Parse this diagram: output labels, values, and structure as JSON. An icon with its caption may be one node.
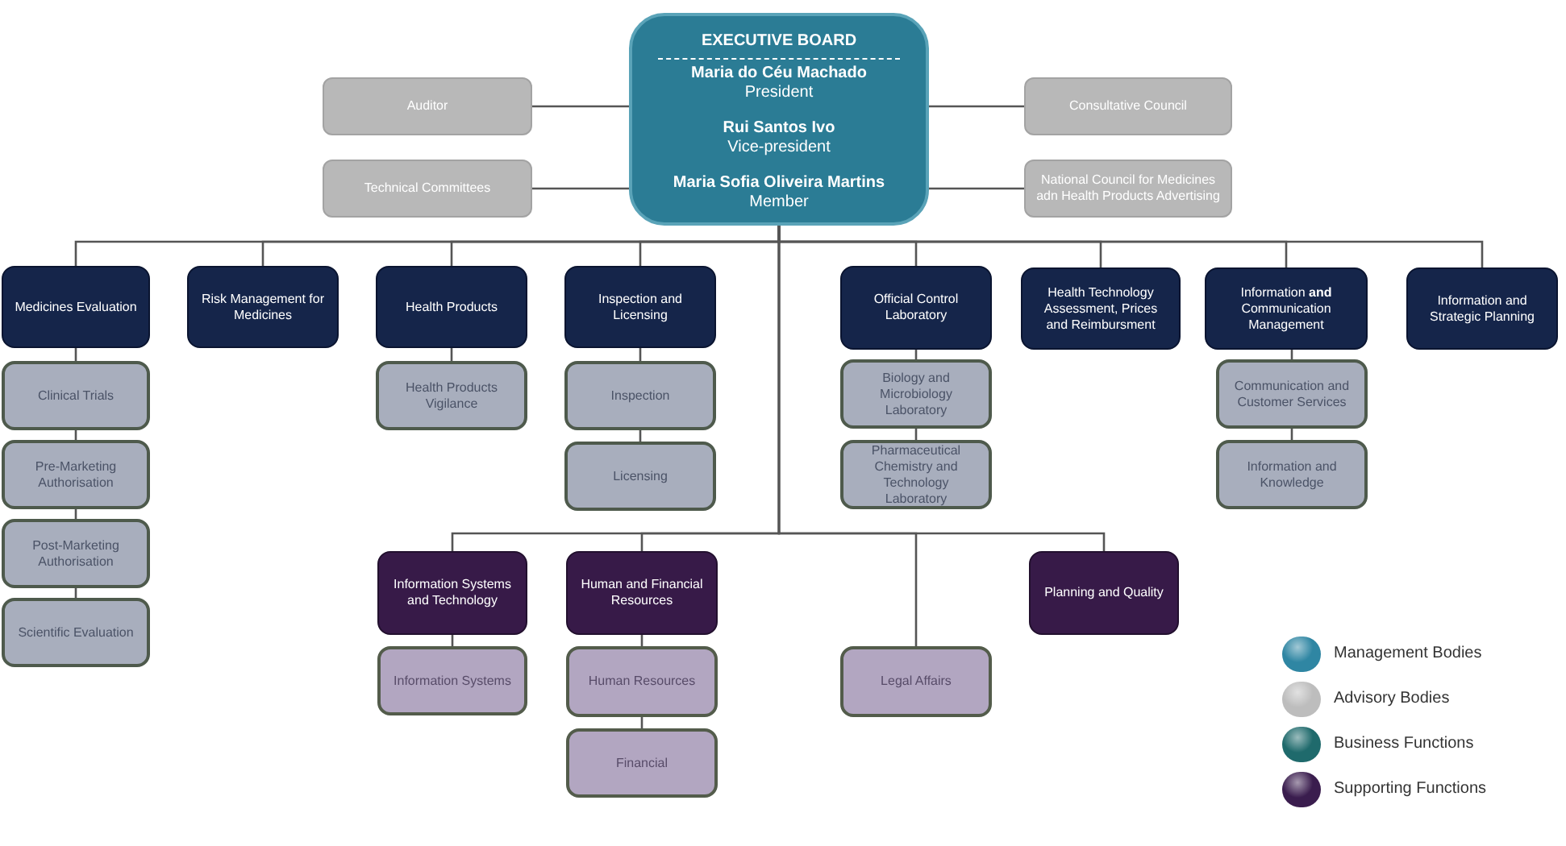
{
  "diagram": {
    "nodes": [
      {
        "text": [
          "EXECUTIVE BOARD",
          "Maria do Céu Machado",
          "President",
          "Rui Santos Ivo",
          "Vice-president",
          "Maria Sofia Oliveira Martins",
          "Member"
        ]
      },
      {
        "text": [
          "Auditor"
        ]
      },
      {
        "text": [
          "Technical Committees"
        ]
      },
      {
        "text": [
          "Consultative Council"
        ]
      },
      {
        "text": [
          "National Council for Medicines adn Health Products Advertising"
        ]
      },
      {
        "text": [
          "Medicines Evaluation"
        ]
      },
      {
        "text": [
          "Clinical Trials"
        ]
      },
      {
        "text": [
          "Pre-Marketing Authorisation"
        ]
      },
      {
        "text": [
          "Post-Marketing Authorisation"
        ]
      },
      {
        "text": [
          "Scientific Evaluation"
        ]
      },
      {
        "text": [
          "Risk Management for Medicines"
        ]
      },
      {
        "text": [
          "Health Products"
        ]
      },
      {
        "text": [
          "Health Products Vigilance"
        ]
      },
      {
        "text": [
          "Inspection and Licensing"
        ]
      },
      {
        "text": [
          "Inspection"
        ]
      },
      {
        "text": [
          "Licensing"
        ]
      },
      {
        "text": [
          "Official Control Laboratory"
        ]
      },
      {
        "text": [
          "Biology and Microbiology Laboratory"
        ]
      },
      {
        "text": [
          "Pharmaceutical Chemistry and Technology Laboratory"
        ]
      },
      {
        "text": [
          "Health Technology Assessment, Prices and Reimbursment"
        ]
      },
      {
        "text": [
          "Information **and** Communication Management"
        ]
      },
      {
        "text": [
          "Communication and Customer Services"
        ]
      },
      {
        "text": [
          "Information and Knowledge"
        ]
      },
      {
        "text": [
          "Information and Strategic Planning"
        ]
      },
      {
        "text": [
          "Information Systems and Technology"
        ]
      },
      {
        "text": [
          "Information Systems"
        ]
      },
      {
        "text": [
          "Human and Financial Resources"
        ]
      },
      {
        "text": [
          "Human Resources"
        ]
      },
      {
        "text": [
          "Financial"
        ]
      },
      {
        "text": [
          "Legal Affairs"
        ]
      },
      {
        "text": [
          "Planning and Quality"
        ]
      }
    ],
    "edges": [
      {
        "from": 0,
        "to": 1,
        "arrow": "none"
      },
      {
        "from": 0,
        "to": 2,
        "arrow": "none"
      },
      {
        "from": 0,
        "to": 3,
        "arrow": "none"
      },
      {
        "from": 0,
        "to": 4,
        "arrow": "none"
      },
      {
        "from": 0,
        "to": 5,
        "arrow": "none"
      },
      {
        "from": 5,
        "to": 6,
        "arrow": "none"
      },
      {
        "from": 6,
        "to": 7,
        "arrow": "none"
      },
      {
        "from": 7,
        "to": 8,
        "arrow": "none"
      },
      {
        "from": 8,
        "to": 9,
        "arrow": "none"
      },
      {
        "from": 0,
        "to": 10,
        "arrow": "none"
      },
      {
        "from": 0,
        "to": 11,
        "arrow": "none"
      },
      {
        "from": 11,
        "to": 12,
        "arrow": "none"
      },
      {
        "from": 0,
        "to": 13,
        "arrow": "none"
      },
      {
        "from": 13,
        "to": 14,
        "arrow": "none"
      },
      {
        "from": 14,
        "to": 15,
        "arrow": "none"
      },
      {
        "from": 0,
        "to": 16,
        "arrow": "none"
      },
      {
        "from": 16,
        "to": 17,
        "arrow": "none"
      },
      {
        "from": 17,
        "to": 18,
        "arrow": "none"
      },
      {
        "from": 0,
        "to": 19,
        "arrow": "none"
      },
      {
        "from": 0,
        "to": 20,
        "arrow": "none"
      },
      {
        "from": 20,
        "to": 21,
        "arrow": "none"
      },
      {
        "from": 21,
        "to": 22,
        "arrow": "none"
      },
      {
        "from": 0,
        "to": 23,
        "arrow": "none"
      },
      {
        "from": 0,
        "to": 24,
        "arrow": "none"
      },
      {
        "from": 24,
        "to": 25,
        "arrow": "none"
      },
      {
        "from": 0,
        "to": 26,
        "arrow": "none"
      },
      {
        "from": 26,
        "to": 27,
        "arrow": "none"
      },
      {
        "from": 27,
        "to": 28,
        "arrow": "none"
      },
      {
        "from": 0,
        "to": 29,
        "arrow": "none"
      },
      {
        "from": 0,
        "to": 30,
        "arrow": "none"
      }
    ],
    "legend": [
      {
        "text": "Management Bodies",
        "color": "#2f86a3"
      },
      {
        "text": "Advisory Bodies",
        "color": "#bdbdbd"
      },
      {
        "text": "Business Functions",
        "color": "#1f6a6c"
      },
      {
        "text": "Supporting Functions",
        "color": "#3a1d4e"
      }
    ]
  }
}
